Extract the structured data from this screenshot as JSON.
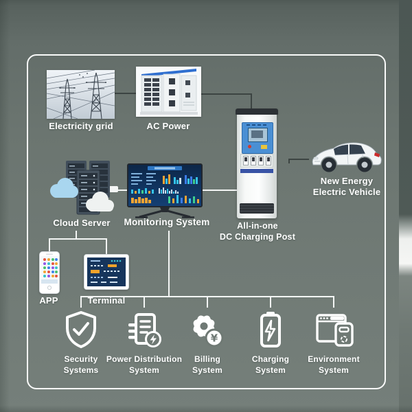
{
  "colors": {
    "background": "#6e7873",
    "background_top": "#58625e",
    "panel_border": "#fafbfa",
    "connector_light": "#f4f6f5",
    "connector_dark": "#3c4442",
    "label_text": "#ffffff",
    "screen_navy": "#0d2748",
    "hmi_panel_blue": "#4a8fd4",
    "chart_orange": "#f2a434",
    "chart_cyan": "#35c3e8",
    "cloud_blue": "#a9d6ef",
    "taillight_red": "#cc2a2a"
  },
  "nodes": {
    "electricity_grid": {
      "label": "Electricity grid",
      "icon": "power-grid-photo"
    },
    "ac_power": {
      "label": "AC Power",
      "icon": "switchgear-cabinet-photo"
    },
    "charging_post": {
      "label_line1": "All-in-one",
      "label_line2": "DC Charging Post",
      "icon": "charging-cabinet-image"
    },
    "vehicle": {
      "label_line1": "New Energy",
      "label_line2": "Electric Vehicle",
      "icon": "electric-suv-image"
    },
    "cloud_server": {
      "label": "Cloud Server",
      "icon": "server-racks-cloud-icon"
    },
    "monitoring_system": {
      "label": "Monitoring System",
      "icon": "dashboard-monitor-image"
    },
    "app": {
      "label": "APP",
      "icon": "smartphone-icon"
    },
    "terminal": {
      "label": "Terminal",
      "icon": "tablet-icon"
    }
  },
  "systems": [
    {
      "line1": "Security",
      "line2": "Systems",
      "icon": "shield-check-icon"
    },
    {
      "line1": "Power Distribution",
      "line2": "System",
      "icon": "document-bolt-icon"
    },
    {
      "line1": "Billing",
      "line2": "System",
      "icon": "gear-yen-icon"
    },
    {
      "line1": "Charging",
      "line2": "System",
      "icon": "battery-bolt-icon"
    },
    {
      "line1": "Environment",
      "line2": "System",
      "icon": "window-recycle-icon"
    }
  ]
}
